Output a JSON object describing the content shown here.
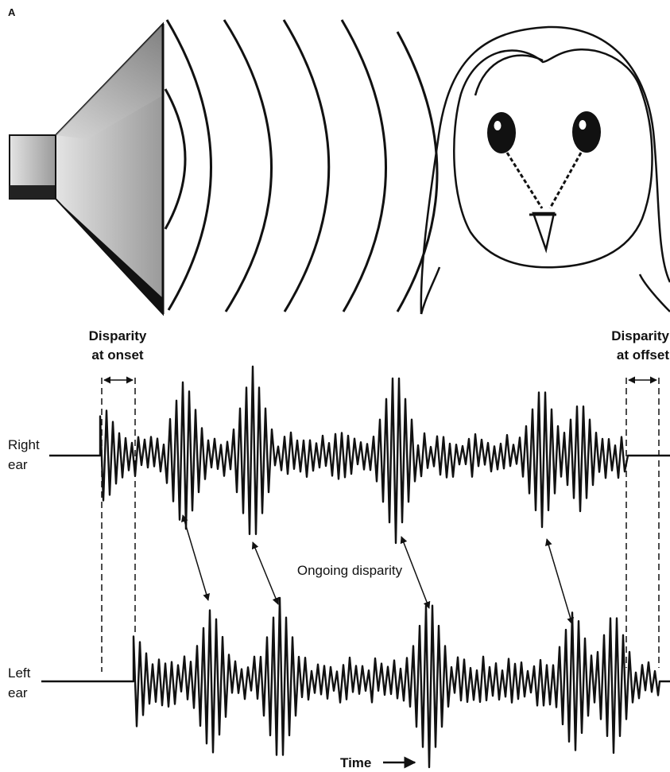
{
  "panel_label": "A",
  "disparity_onset": {
    "line1": "Disparity",
    "line2": "at onset"
  },
  "disparity_offset": {
    "line1": "Disparity",
    "line2": "at offset"
  },
  "right_ear": {
    "line1": "Right",
    "line2": "ear"
  },
  "left_ear": {
    "line1": "Left",
    "line2": "ear"
  },
  "ongoing_disparity": "Ongoing disparity",
  "time_label": "Time",
  "colors": {
    "ink": "#111111",
    "background": "#ffffff"
  }
}
